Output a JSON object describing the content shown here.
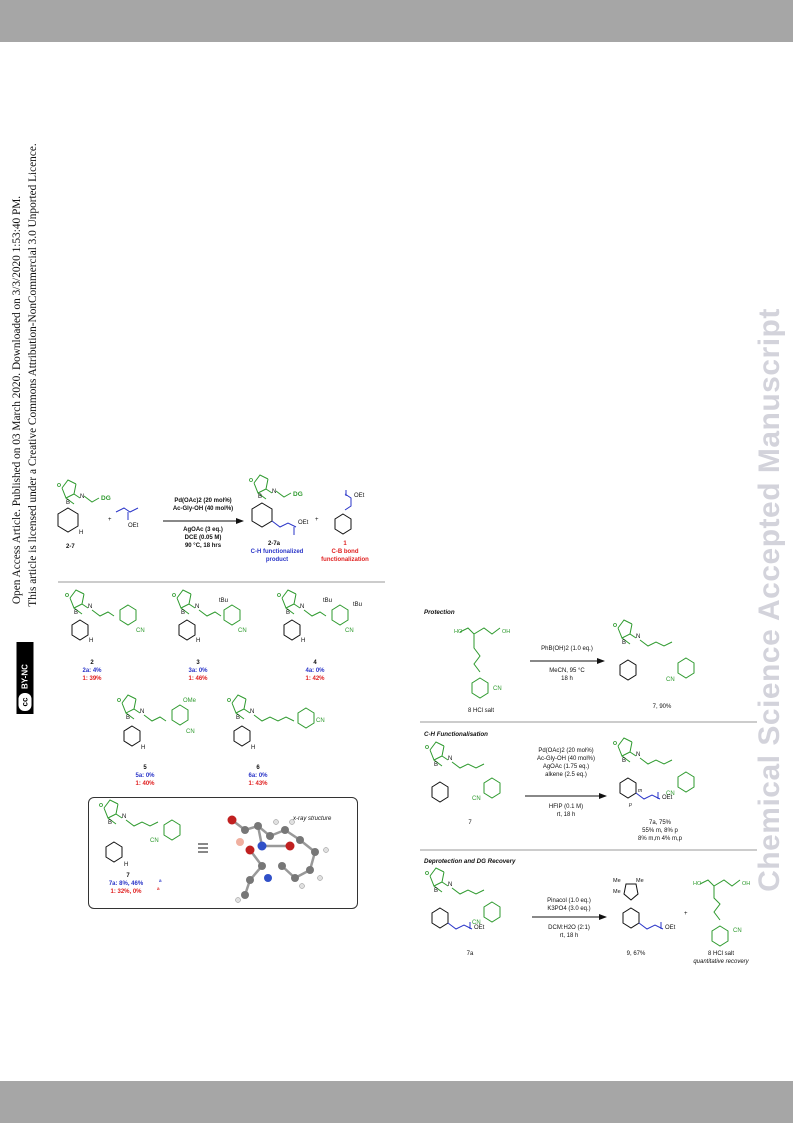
{
  "margin": {
    "watermark": "Chemical Science Accepted Manuscript",
    "open_access_line": "Open Access Article. Published on 03 March 2020. Downloaded on 3/3/2020 1:53:40 PM.",
    "license_line": "This article is licensed under a Creative Commons Attribution-NonCommercial 3.0 Unported Licence.",
    "license_badge": "BY-NC",
    "license_cc": "cc"
  },
  "scheme_left": {
    "reactant_label": "2-7",
    "dg_label": "DG",
    "h_label": "H",
    "oet": "OEt",
    "conditions": [
      "Pd(OAc)2 (20 mol%)",
      "Ac-Gly-OH (40 mol%)",
      "AgOAc (3 eq.)",
      "DCE (0.05 M)",
      "90 °C, 18 hrs"
    ],
    "product_a_label": "2-7a",
    "product_a_desc": [
      "C-H functionalized",
      "product"
    ],
    "product_b_label": "1",
    "product_b_desc": [
      "C-B bond",
      "functionalization"
    ],
    "plus": "+",
    "compounds": [
      {
        "id": "2",
        "a": "2a: 4%",
        "b": "1: 39%"
      },
      {
        "id": "3",
        "a": "3a: 0%",
        "b": "1: 46%"
      },
      {
        "id": "4",
        "a": "4a: 0%",
        "b": "1: 42%"
      },
      {
        "id": "5",
        "a": "5a: 0%",
        "b": "1: 40%"
      },
      {
        "id": "6",
        "a": "6a: 0%",
        "b": "1: 43%"
      }
    ],
    "substituents": {
      "cn": "CN",
      "tbu": "tBu",
      "ome": "OMe"
    },
    "box": {
      "id": "7",
      "a": "7a: 8%, 46%",
      "b": "1: 32%, 0%",
      "superscript": "a",
      "xray": "x-ray structure"
    }
  },
  "scheme_right": {
    "protection": {
      "heading": "Protection",
      "reagent_label": "8 HCl salt",
      "conditions": [
        "PhB(OH)2 (1.0 eq.)",
        "MeCN, 95 °C",
        "18 h"
      ],
      "product": "7, 90%"
    },
    "ch": {
      "heading": "C-H Functionalisation",
      "reagent_label": "7",
      "conditions": [
        "Pd(OAc)2 (20 mol%)",
        "Ac-Gly-OH (40 mol%)",
        "AgOAc (1.75 eq.)",
        "alkene (2.5 eq.)",
        "HFIP (0.1 M)",
        "rt, 18 h"
      ],
      "product": "7a, 75%",
      "detail1": "55% m, 8% p",
      "detail2": "8% m,m 4% m,p",
      "m": "m",
      "p": "p"
    },
    "deprotection": {
      "heading": "Deprotection and DG Recovery",
      "reagent_label": "7a",
      "conditions": [
        "Pinacol (1.0 eq.)",
        "K3PO4 (3.0 eq.)",
        "DCM:H2O (2:1)",
        "rt, 18 h"
      ],
      "product": "9, 67%",
      "recovered": "8 HCl salt",
      "recovered_note": "quantitative recovery",
      "me": "Me"
    }
  },
  "colors": {
    "green": "#2e9a2e",
    "blue": "#2a35c8",
    "red": "#e02020",
    "black": "#111111",
    "bar": "#a6a6a6",
    "watermark": "#d3d3db"
  }
}
